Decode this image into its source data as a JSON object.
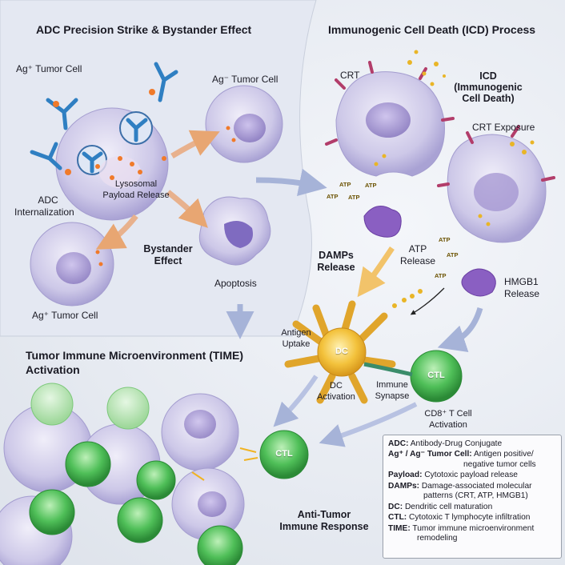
{
  "panels": {
    "adc_title": "ADC Precision Strike & Bystander Effect",
    "icd_title": "Immunogenic Cell Death (ICD) Process",
    "time_title_line1": "Tumor Immune Microenvironment (TIME)",
    "time_title_line2": "Activation"
  },
  "labels": {
    "ag_pos_tumor_cell": "Ag⁺ Tumor Cell",
    "ag_neg_tumor_cell": "Ag⁻ Tumor Cell",
    "ag_pos_tumor_cell_2": "Ag⁺ Tumor Cell",
    "adc": "ADC",
    "internalization": "Internalization",
    "lysosomal": "Lysosomal",
    "payload_release": "Payload Release",
    "bystander": "Bystander",
    "effect": "Effect",
    "apoptosis": "Apoptosis",
    "crt": "CRT",
    "icd": "ICD",
    "icd_full_1": "(Immunogenic",
    "icd_full_2": "Cell Death)",
    "crt_exposure": "CRT Exposure",
    "atp": "ATP",
    "damps": "DAMPs",
    "release": "Release",
    "atp_release_1": "ATP",
    "atp_release_2": "Release",
    "hmgb1_release_1": "HMGB1",
    "hmgb1_release_2": "Release",
    "antigen": "Antigen",
    "uptake": "Uptake",
    "dc": "DC",
    "dc_activation_1": "DC",
    "dc_activation_2": "Activation",
    "immune": "Immune",
    "synapse": "Synapse",
    "ctl": "CTL",
    "cd8_activation_1": "CD8⁺ T Cell",
    "cd8_activation_2": "Activation",
    "anti_tumor_1": "Anti-Tumor",
    "anti_tumor_2": "Immune Response"
  },
  "legend": [
    {
      "key": "ADC:",
      "text": "Antibody-Drug Conjugate"
    },
    {
      "key": "Ag⁺ / Ag⁻ Tumor Cell:",
      "text": "Antigen positive/",
      "text2": "negative tumor cells"
    },
    {
      "key": "Payload:",
      "text": "Cytotoxic payload release"
    },
    {
      "key": "DAMPs:",
      "text": "Damage-associated molecular",
      "text2": "patterns (CRT, ATP, HMGB1)"
    },
    {
      "key": "DC:",
      "text": "Dendritic cell maturation"
    },
    {
      "key": "CTL:",
      "text": "Cytotoxic T lymphocyte infiltration"
    },
    {
      "key": "TIME:",
      "text": "Tumor immune microenvironment",
      "text2": "remodeling"
    }
  ],
  "colors": {
    "tumor_cell": "#c9c5e6",
    "nucleus": "#8f7fc4",
    "antibody": "#3c8fcf",
    "dc": "#f0b323",
    "ctl": "#3fae4e",
    "atp": "#e6b422",
    "hmgb1": "#8a5fc2",
    "crt": "#b9406b",
    "arrow": "#e8b07a"
  }
}
